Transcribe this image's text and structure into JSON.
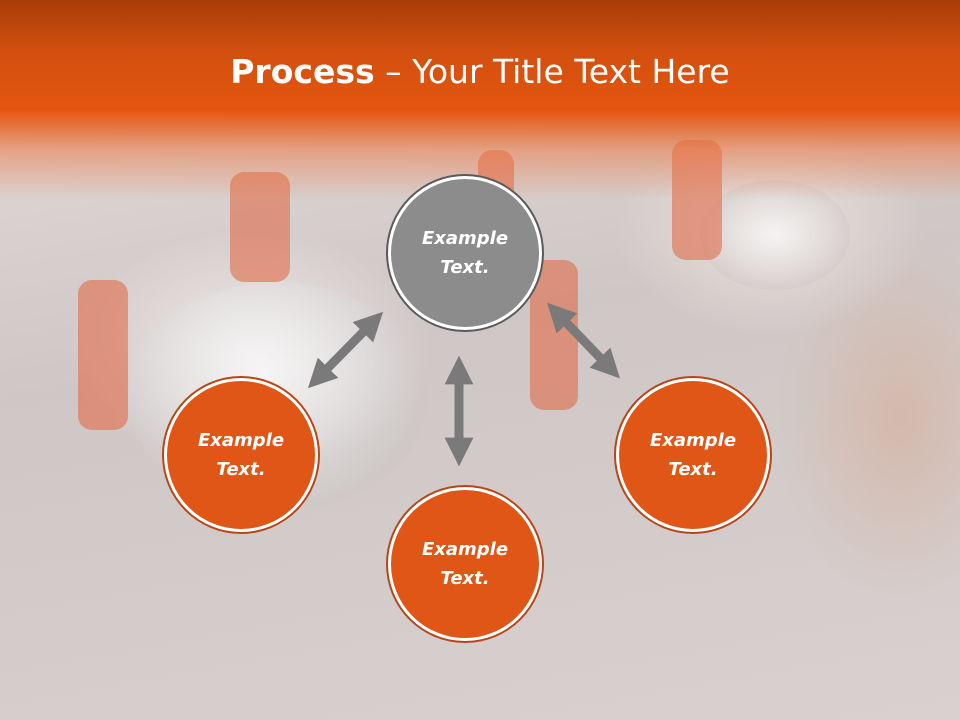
{
  "title": {
    "bold": "Process",
    "dash": " – ",
    "rest": "Your Title Text Here"
  },
  "nodes": {
    "top": "Example Text.",
    "left": "Example Text.",
    "bottom": "Example Text.",
    "right": "Example Text."
  },
  "colors": {
    "header": "#e4560f",
    "node_orange": "#e05617",
    "node_grey": "#8c8c8c",
    "arrow": "#7a7a7a"
  }
}
